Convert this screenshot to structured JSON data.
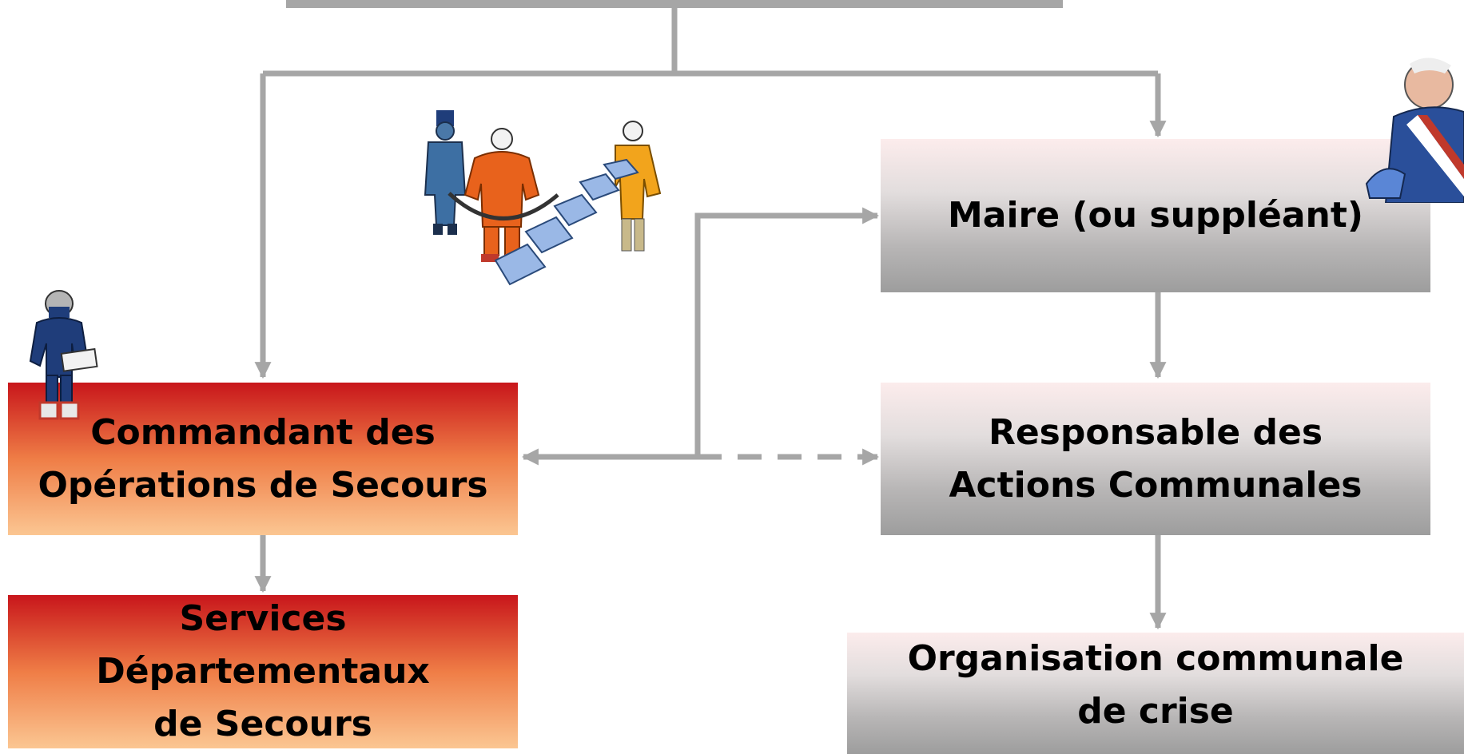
{
  "boxes": {
    "cos": {
      "line1": "Commandant des",
      "line2": "Opérations de Secours"
    },
    "sds": {
      "line1": "Services Départementaux",
      "line2": "de Secours"
    },
    "maire": {
      "line1": "Maire (ou suppléant)"
    },
    "rac": {
      "line1": "Responsable des",
      "line2": "Actions Communales"
    },
    "occ": {
      "line1": "Organisation communale",
      "line2": "de crise"
    }
  },
  "colors": {
    "connector": "#a6a6a6",
    "red_box_top": "#c8161b",
    "red_box_bottom": "#fbc692",
    "grey_box_top": "#fcecec",
    "grey_box_bottom": "#9d9d9d"
  },
  "icons": {
    "firefighter": "firefighter-clipart-icon",
    "team": "rescue-team-clipart-icon",
    "mayor": "mayor-clipart-icon"
  }
}
